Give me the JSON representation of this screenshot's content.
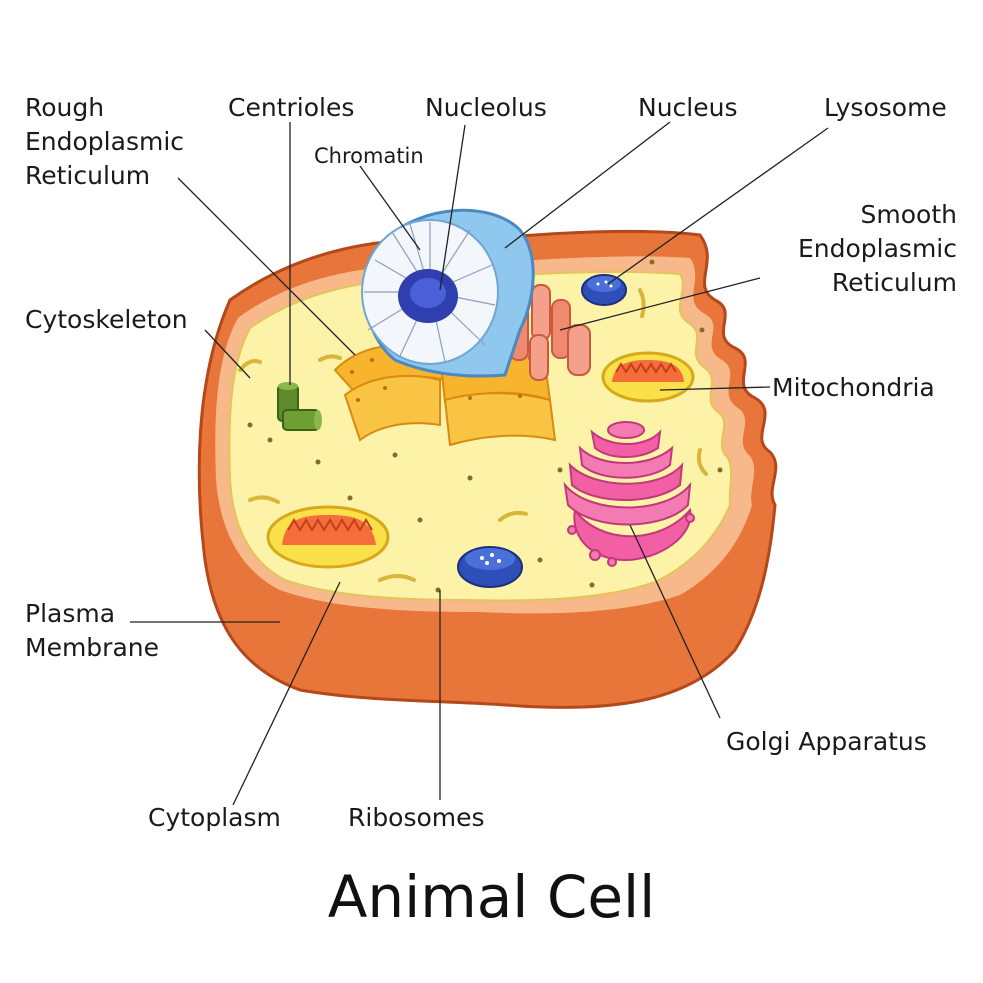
{
  "title": "Animal Cell",
  "labels": {
    "rough_er": [
      "Rough",
      "Endoplasmic",
      "Reticulum"
    ],
    "centrioles": "Centrioles",
    "nucleolus": "Nucleolus",
    "nucleus": "Nucleus",
    "lysosome": "Lysosome",
    "chromatin": "Chromatin",
    "smooth_er": [
      "Smooth",
      "Endoplasmic",
      "Reticulum"
    ],
    "cytoskeleton": "Cytoskeleton",
    "mitochondria": "Mitochondria",
    "plasma_membrane": [
      "Plasma",
      "Membrane"
    ],
    "golgi": "Golgi Apparatus",
    "cytoplasm": "Cytoplasm",
    "ribosomes": "Ribosomes"
  },
  "colors": {
    "membrane_outer": "#e8763a",
    "membrane_dark": "#c4501f",
    "cytoplasm": "#fcf2a8",
    "nucleus_envelope": "#8fc7ef",
    "nucleoplasm": "#f3f6fb",
    "nucleolus": "#2f3fb0",
    "rough_er": "#f7b42c",
    "smooth_er": "#f08a6e",
    "mitochondria": "#f46d3b",
    "golgi": "#f25fa4",
    "lysosome": "#2f4fb8",
    "centrioles": "#5d8a2a"
  }
}
